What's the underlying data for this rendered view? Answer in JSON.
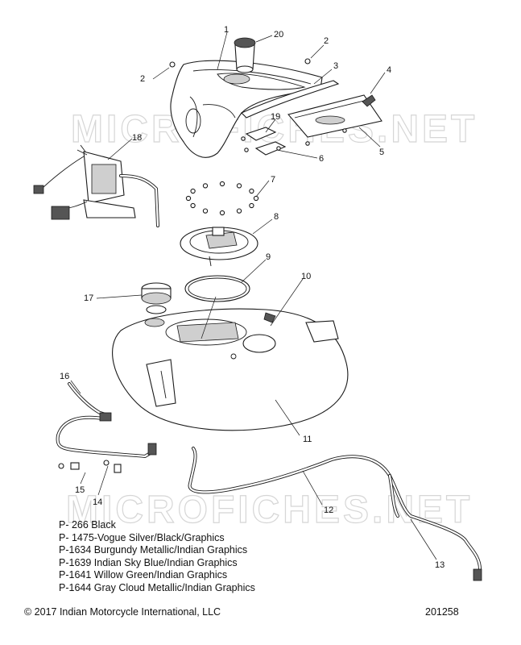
{
  "watermark": "MICROFICHES.NET",
  "callouts": [
    "1",
    "2",
    "2",
    "3",
    "4",
    "5",
    "6",
    "7",
    "8",
    "9",
    "10",
    "11",
    "12",
    "13",
    "14",
    "15",
    "16",
    "17",
    "18",
    "19",
    "20"
  ],
  "legend": [
    "P- 266 Black",
    "P- 1475-Vogue Silver/Black/Graphics",
    "P-1634 Burgundy Metallic/Indian Graphics",
    "P-1639 Indian Sky Blue/Indian Graphics",
    "P-1641 Willow Green/Indian Graphics",
    "P-1644 Gray Cloud Metallic/Indian Graphics"
  ],
  "copyright": "© 2017 Indian Motorcycle International, LLC",
  "drawing_number": "201258"
}
